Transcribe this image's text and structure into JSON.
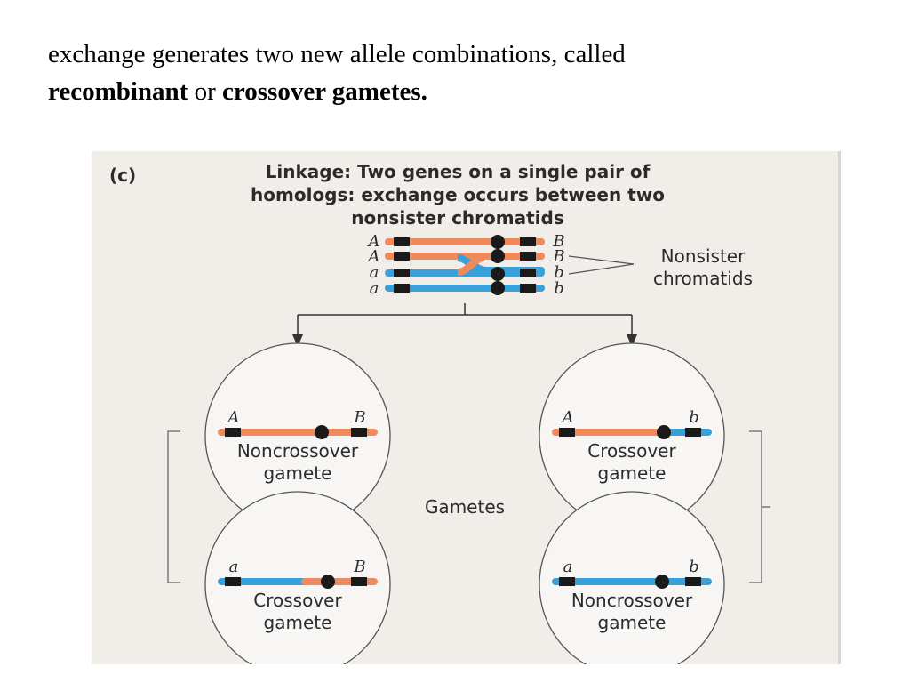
{
  "slide": {
    "line1": "exchange generates two new allele combinations, called",
    "term1": "recombinant",
    "connector": " or ",
    "term2": "crossover gametes."
  },
  "figure": {
    "panel_label": "(c)",
    "title_lines": [
      "Linkage: Two genes on a single pair of",
      "homologs: exchange occurs between two",
      "nonsister chromatids"
    ],
    "chromatids": [
      {
        "left": "A",
        "right": "B"
      },
      {
        "left": "A",
        "right": "B"
      },
      {
        "left": "a",
        "right": "b"
      },
      {
        "left": "a",
        "right": "b"
      }
    ],
    "nonsister_label_lines": [
      "Nonsister",
      "chromatids"
    ],
    "gametes_label": "Gametes",
    "gametes": [
      {
        "left": "A",
        "right": "B",
        "type_label": "Noncrossover",
        "word": "gamete"
      },
      {
        "left": "A",
        "right": "b",
        "type_label": "Crossover",
        "word": "gamete"
      },
      {
        "left": "a",
        "right": "B",
        "type_label": "Crossover",
        "word": "gamete"
      },
      {
        "left": "a",
        "right": "b",
        "type_label": "Noncrossover",
        "word": "gamete"
      }
    ],
    "colors": {
      "orange": "#f08a5d",
      "blue": "#3aa0d8",
      "band": "#1a1a1a",
      "circle_fill": "#f7f6f4",
      "background": "#f1eeea",
      "text": "#2b2b2b"
    }
  }
}
